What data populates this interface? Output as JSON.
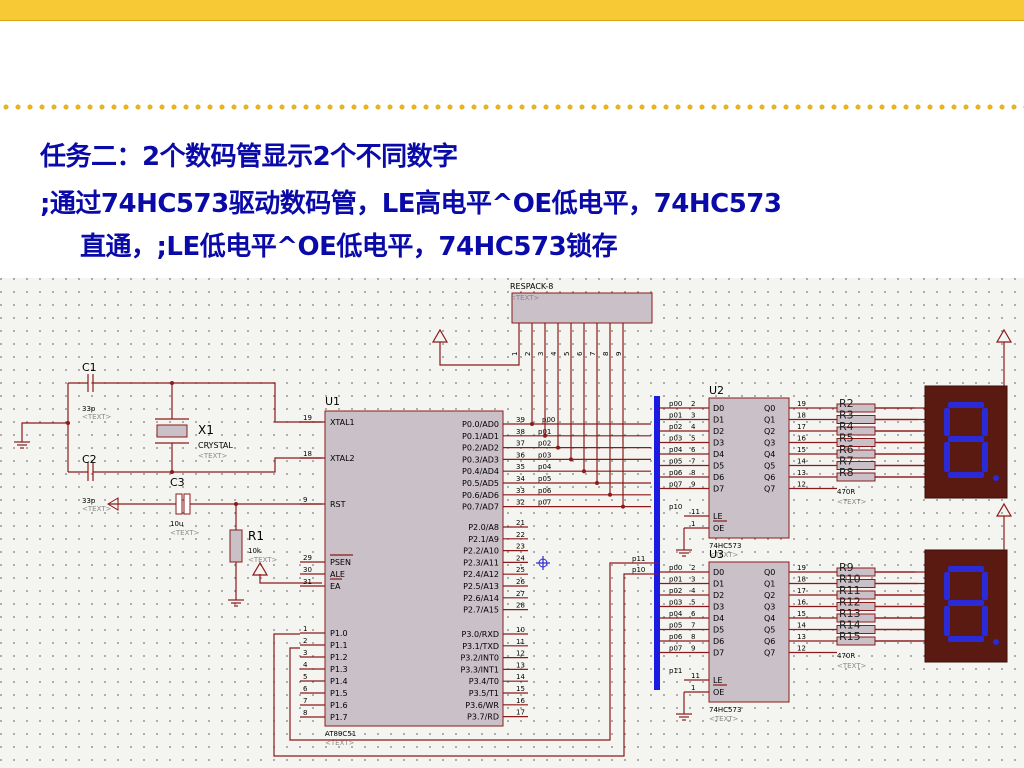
{
  "slide": {
    "title": "任务二：2个数码管显示2个不同数字",
    "line2": ";通过74HC573驱动数码管，LE高电平^OE低电平，74HC573",
    "line3": "直通，;LE低电平^OE低电平，74HC573锁存"
  },
  "colors": {
    "topbar": "#f6c935",
    "title_text": "#0a0aa8",
    "wire": "#8b1a1a",
    "body_fill": "#c9c0c8",
    "segment": "#2a2ad6",
    "bus": "#1a1ae0"
  },
  "schematic": {
    "respack": {
      "ref": "RESPACK-8",
      "text": "<TEXT>",
      "pins": [
        "1",
        "2",
        "3",
        "4",
        "5",
        "6",
        "7",
        "8",
        "9"
      ]
    },
    "c1": {
      "ref": "C1",
      "value": "33p",
      "text": "<TEXT>"
    },
    "c2": {
      "ref": "C2",
      "value": "33p",
      "text": "<TEXT>"
    },
    "x1": {
      "ref": "X1",
      "value": "CRYSTAL",
      "text": "<TEXT>"
    },
    "c3": {
      "ref": "C3",
      "value": "10u",
      "text": "<TEXT>"
    },
    "r1": {
      "ref": "R1",
      "value": "10k",
      "text": "<TEXT>"
    },
    "u1": {
      "ref": "U1",
      "part": "AT89C51",
      "text": "<TEXT>",
      "left_pins": [
        {
          "num": "19",
          "name": "XTAL1"
        },
        {
          "num": "18",
          "name": "XTAL2"
        },
        {
          "num": "9",
          "name": "RST"
        },
        {
          "num": "29",
          "name": "PSEN"
        },
        {
          "num": "30",
          "name": "ALE"
        },
        {
          "num": "31",
          "name": "EA"
        },
        {
          "num": "1",
          "name": "P1.0"
        },
        {
          "num": "2",
          "name": "P1.1"
        },
        {
          "num": "3",
          "name": "P1.2"
        },
        {
          "num": "4",
          "name": "P1.3"
        },
        {
          "num": "5",
          "name": "P1.4"
        },
        {
          "num": "6",
          "name": "P1.5"
        },
        {
          "num": "7",
          "name": "P1.6"
        },
        {
          "num": "8",
          "name": "P1.7"
        }
      ],
      "right_pins": [
        {
          "num": "39",
          "name": "P0.0/AD0"
        },
        {
          "num": "38",
          "name": "P0.1/AD1"
        },
        {
          "num": "37",
          "name": "P0.2/AD2"
        },
        {
          "num": "36",
          "name": "P0.3/AD3"
        },
        {
          "num": "35",
          "name": "P0.4/AD4"
        },
        {
          "num": "34",
          "name": "P0.5/AD5"
        },
        {
          "num": "33",
          "name": "P0.6/AD6"
        },
        {
          "num": "32",
          "name": "P0.7/AD7"
        },
        {
          "num": "21",
          "name": "P2.0/A8"
        },
        {
          "num": "22",
          "name": "P2.1/A9"
        },
        {
          "num": "23",
          "name": "P2.2/A10"
        },
        {
          "num": "24",
          "name": "P2.3/A11"
        },
        {
          "num": "25",
          "name": "P2.4/A12"
        },
        {
          "num": "26",
          "name": "P2.5/A13"
        },
        {
          "num": "27",
          "name": "P2.6/A14"
        },
        {
          "num": "28",
          "name": "P2.7/A15"
        },
        {
          "num": "10",
          "name": "P3.0/RXD"
        },
        {
          "num": "11",
          "name": "P3.1/TXD"
        },
        {
          "num": "12",
          "name": "P3.2/INT0"
        },
        {
          "num": "13",
          "name": "P3.3/INT1"
        },
        {
          "num": "14",
          "name": "P3.4/T0"
        },
        {
          "num": "15",
          "name": "P3.5/T1"
        },
        {
          "num": "16",
          "name": "P3.6/WR"
        },
        {
          "num": "17",
          "name": "P3.7/RD"
        }
      ],
      "net_labels": [
        "p00",
        "p01",
        "p02",
        "p03",
        "p04",
        "p05",
        "p06",
        "p07"
      ]
    },
    "p2_nets": [
      "p11",
      "p10"
    ],
    "latch_u2": {
      "ref": "U2",
      "part": "74HC573",
      "d_pins": [
        {
          "num": "2",
          "name": "D0"
        },
        {
          "num": "3",
          "name": "D1"
        },
        {
          "num": "4",
          "name": "D2"
        },
        {
          "num": "5",
          "name": "D3"
        },
        {
          "num": "6",
          "name": "D4"
        },
        {
          "num": "7",
          "name": "D5"
        },
        {
          "num": "8",
          "name": "D6"
        },
        {
          "num": "9",
          "name": "D7"
        }
      ],
      "q_pins": [
        {
          "num": "19",
          "name": "Q0"
        },
        {
          "num": "18",
          "name": "Q1"
        },
        {
          "num": "17",
          "name": "Q2"
        },
        {
          "num": "16",
          "name": "Q3"
        },
        {
          "num": "15",
          "name": "Q4"
        },
        {
          "num": "14",
          "name": "Q5"
        },
        {
          "num": "13",
          "name": "Q6"
        },
        {
          "num": "12",
          "name": "Q7"
        }
      ],
      "le": {
        "num": "11",
        "name": "LE"
      },
      "oe": {
        "num": "1",
        "name": "OE"
      },
      "le_net": "p10",
      "text": "<TEXT>"
    },
    "latch_u3": {
      "ref": "U3",
      "part": "74HC573",
      "d_pins": [
        {
          "num": "2",
          "name": "D0"
        },
        {
          "num": "3",
          "name": "D1"
        },
        {
          "num": "4",
          "name": "D2"
        },
        {
          "num": "5",
          "name": "D3"
        },
        {
          "num": "6",
          "name": "D4"
        },
        {
          "num": "7",
          "name": "D5"
        },
        {
          "num": "8",
          "name": "D6"
        },
        {
          "num": "9",
          "name": "D7"
        }
      ],
      "q_pins": [
        {
          "num": "19",
          "name": "Q0"
        },
        {
          "num": "18",
          "name": "Q1"
        },
        {
          "num": "17",
          "name": "Q2"
        },
        {
          "num": "16",
          "name": "Q3"
        },
        {
          "num": "15",
          "name": "Q4"
        },
        {
          "num": "14",
          "name": "Q5"
        },
        {
          "num": "13",
          "name": "Q6"
        },
        {
          "num": "12",
          "name": "Q7"
        }
      ],
      "le": {
        "num": "11",
        "name": "LE"
      },
      "oe": {
        "num": "1",
        "name": "OE"
      },
      "le_net": "p11",
      "text": "<TEXT>"
    },
    "bus_nets": [
      "p00",
      "p01",
      "p02",
      "p03",
      "p04",
      "p05",
      "p06",
      "p07"
    ],
    "res_top": {
      "refs": [
        "R2",
        "R3",
        "R4",
        "R5",
        "R6",
        "R7",
        "R8"
      ],
      "value": "470R",
      "text": "<TEXT>"
    },
    "res_bottom": {
      "refs": [
        "R9",
        "R10",
        "R11",
        "R12",
        "R13",
        "R14",
        "R15"
      ],
      "value": "470R",
      "text": "<TEXT>"
    },
    "digit_glyph": "8"
  }
}
